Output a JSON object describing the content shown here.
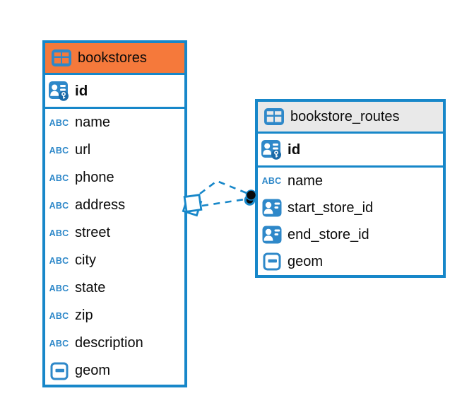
{
  "diagram": {
    "type": "entity-relationship",
    "background": "#ffffff"
  },
  "colors": {
    "table_border_blue": "#1787c9",
    "icon_blue": "#2e88c9",
    "selected_header_orange": "#f5793b",
    "header_gray": "#e9e9e9",
    "key_badge_blue": "#1a6aa8",
    "relationship_line_blue": "#1787c9",
    "text": "#0b0b0b"
  },
  "icons": {
    "text_type_label": "ABC"
  },
  "tables": [
    {
      "name": "bookstores",
      "selected": true,
      "header_color": "#f5793b",
      "primary_key": {
        "name": "id",
        "type": "primary-key"
      },
      "columns": [
        {
          "name": "name",
          "type": "text"
        },
        {
          "name": "url",
          "type": "text"
        },
        {
          "name": "phone",
          "type": "text"
        },
        {
          "name": "address",
          "type": "text"
        },
        {
          "name": "street",
          "type": "text"
        },
        {
          "name": "city",
          "type": "text"
        },
        {
          "name": "state",
          "type": "text"
        },
        {
          "name": "zip",
          "type": "text"
        },
        {
          "name": "description",
          "type": "text"
        },
        {
          "name": "geom",
          "type": "geometry"
        }
      ]
    },
    {
      "name": "bookstore_routes",
      "selected": false,
      "header_color": "#e9e9e9",
      "primary_key": {
        "name": "id",
        "type": "primary-key"
      },
      "columns": [
        {
          "name": "name",
          "type": "text"
        },
        {
          "name": "start_store_id",
          "type": "reference"
        },
        {
          "name": "end_store_id",
          "type": "reference"
        },
        {
          "name": "geom",
          "type": "geometry"
        }
      ]
    }
  ],
  "relationships": [
    {
      "from": "bookstores",
      "to": "bookstore_routes",
      "style": "dashed"
    },
    {
      "from": "bookstores",
      "to": "bookstore_routes",
      "style": "dashed"
    }
  ]
}
